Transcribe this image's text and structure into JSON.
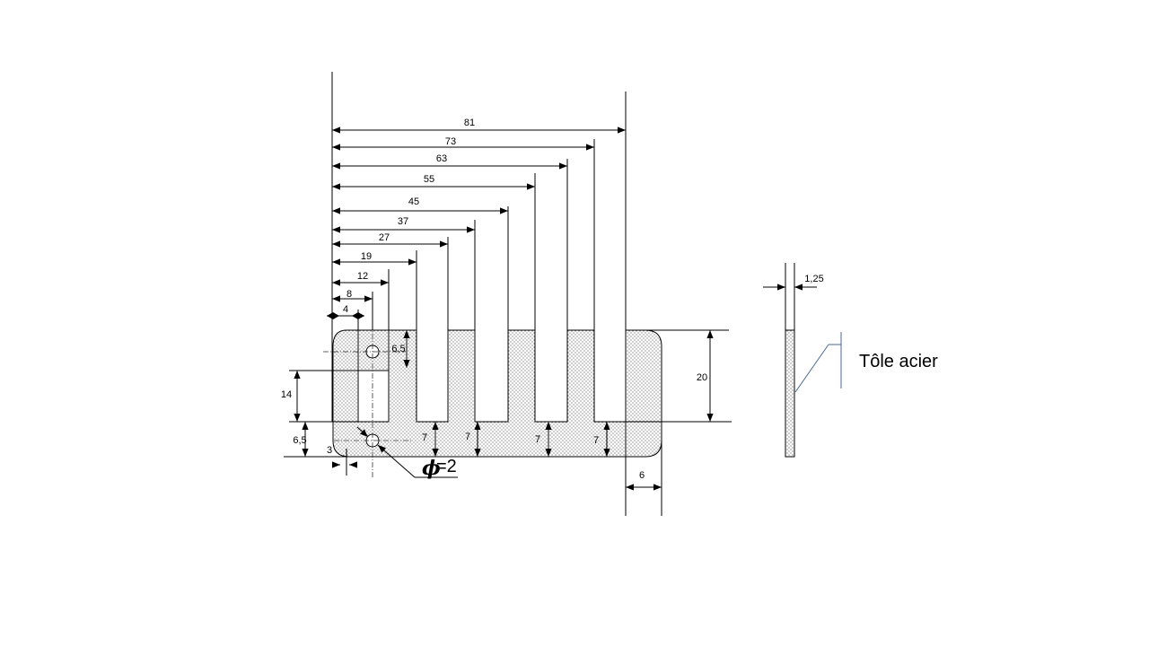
{
  "drawing": {
    "top_dims": [
      "81",
      "73",
      "63",
      "55",
      "45",
      "37",
      "27",
      "19",
      "12",
      "8",
      "4"
    ],
    "height_dim": "20",
    "slot_dim": "14",
    "hole_top_dim": "6,5",
    "hole_bottom_dim": "6,5",
    "offset_dim": "3",
    "bottom_dims": [
      "7",
      "7",
      "7",
      "7"
    ],
    "corner_dim": "6",
    "hole_diameter": "=2",
    "thickness_dim": "1,25",
    "material_label": "Tôle acier"
  }
}
